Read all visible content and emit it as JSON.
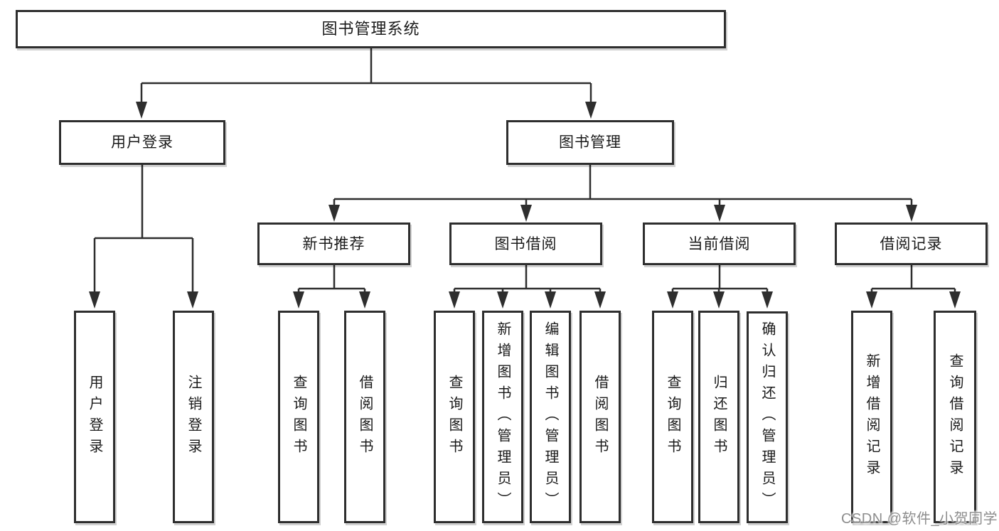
{
  "diagram": {
    "root": {
      "label": "图书管理系统"
    },
    "level2": [
      {
        "label": "用户登录"
      },
      {
        "label": "图书管理"
      }
    ],
    "level3": [
      {
        "label": "新书推荐",
        "parent": "图书管理"
      },
      {
        "label": "图书借阅",
        "parent": "图书管理"
      },
      {
        "label": "当前借阅",
        "parent": "图书管理"
      },
      {
        "label": "借阅记录",
        "parent": "图书管理"
      }
    ],
    "leaves": [
      {
        "label": "用户登录",
        "parent": "用户登录"
      },
      {
        "label": "注销登录",
        "parent": "用户登录"
      },
      {
        "label": "查询图书",
        "parent": "新书推荐"
      },
      {
        "label": "借阅图书",
        "parent": "新书推荐"
      },
      {
        "label": "查询图书",
        "parent": "图书借阅"
      },
      {
        "label": "新增图书（管理员）",
        "parent": "图书借阅"
      },
      {
        "label": "编辑图书（管理员）",
        "parent": "图书借阅"
      },
      {
        "label": "借阅图书",
        "parent": "图书借阅"
      },
      {
        "label": "查询图书",
        "parent": "当前借阅"
      },
      {
        "label": "归还图书",
        "parent": "当前借阅"
      },
      {
        "label": "确认归还（管理员）",
        "parent": "当前借阅"
      },
      {
        "label": "新增借阅记录",
        "parent": "借阅记录"
      },
      {
        "label": "查询借阅记录",
        "parent": "借阅记录"
      }
    ],
    "colors": {
      "line": "#2e2e2e",
      "text": "#1a1a1a",
      "box_background": "#ffffff",
      "watermark": "#8d8d8d"
    }
  },
  "watermark": {
    "text": "CSDN @软件_小贺同学"
  }
}
